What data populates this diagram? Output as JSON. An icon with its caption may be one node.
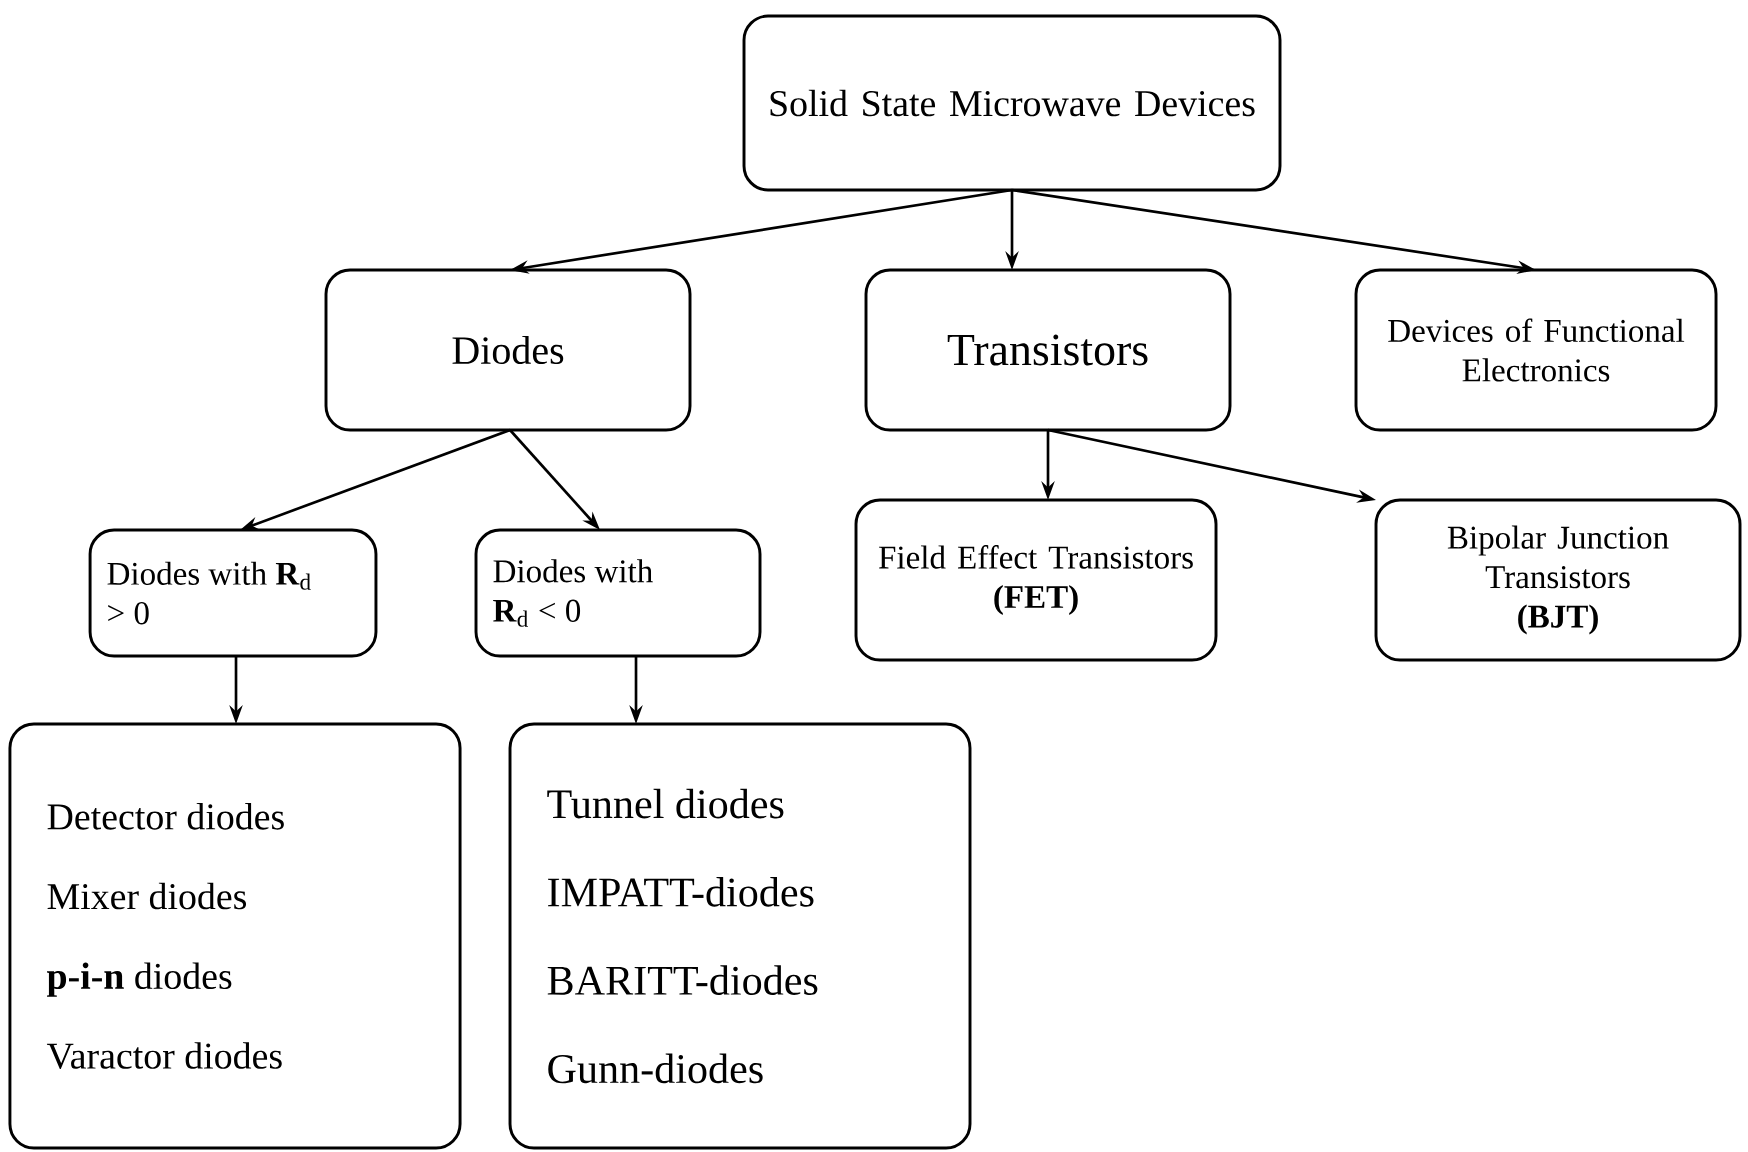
{
  "diagram": {
    "nodes": [
      {
        "text": [
          "Solid State Microwave Devices"
        ]
      },
      {
        "text": [
          "Diodes"
        ]
      },
      {
        "text": [
          "Transistors"
        ]
      },
      {
        "text": [
          "Devices of Functional Electronics"
        ]
      },
      {
        "text": [
          "Diodes with **R**$_{d}$ > 0"
        ]
      },
      {
        "text": [
          "Diodes with **R**$_{d}$ < 0"
        ]
      },
      {
        "text": [
          "Field Effect Transistors",
          "**(FET)**"
        ]
      },
      {
        "text": [
          "Bipolar Junction Transistors",
          "**(BJT)**"
        ]
      },
      {
        "text": [
          "Detector diodes",
          "Mixer diodes",
          "**p-i-n** diodes",
          "Varactor diodes"
        ]
      },
      {
        "text": [
          "Tunnel diodes",
          "IMPATT-diodes",
          "BARITT-diodes",
          "Gunn-diodes"
        ]
      }
    ],
    "edges": [
      {
        "from": 0,
        "to": 1,
        "arrow": "to"
      },
      {
        "from": 0,
        "to": 2,
        "arrow": "to"
      },
      {
        "from": 0,
        "to": 3,
        "arrow": "to"
      },
      {
        "from": 1,
        "to": 4,
        "arrow": "to"
      },
      {
        "from": 1,
        "to": 5,
        "arrow": "to"
      },
      {
        "from": 2,
        "to": 6,
        "arrow": "to"
      },
      {
        "from": 2,
        "to": 7,
        "arrow": "to"
      },
      {
        "from": 4,
        "to": 8,
        "arrow": "to"
      },
      {
        "from": 5,
        "to": 9,
        "arrow": "to"
      }
    ]
  }
}
